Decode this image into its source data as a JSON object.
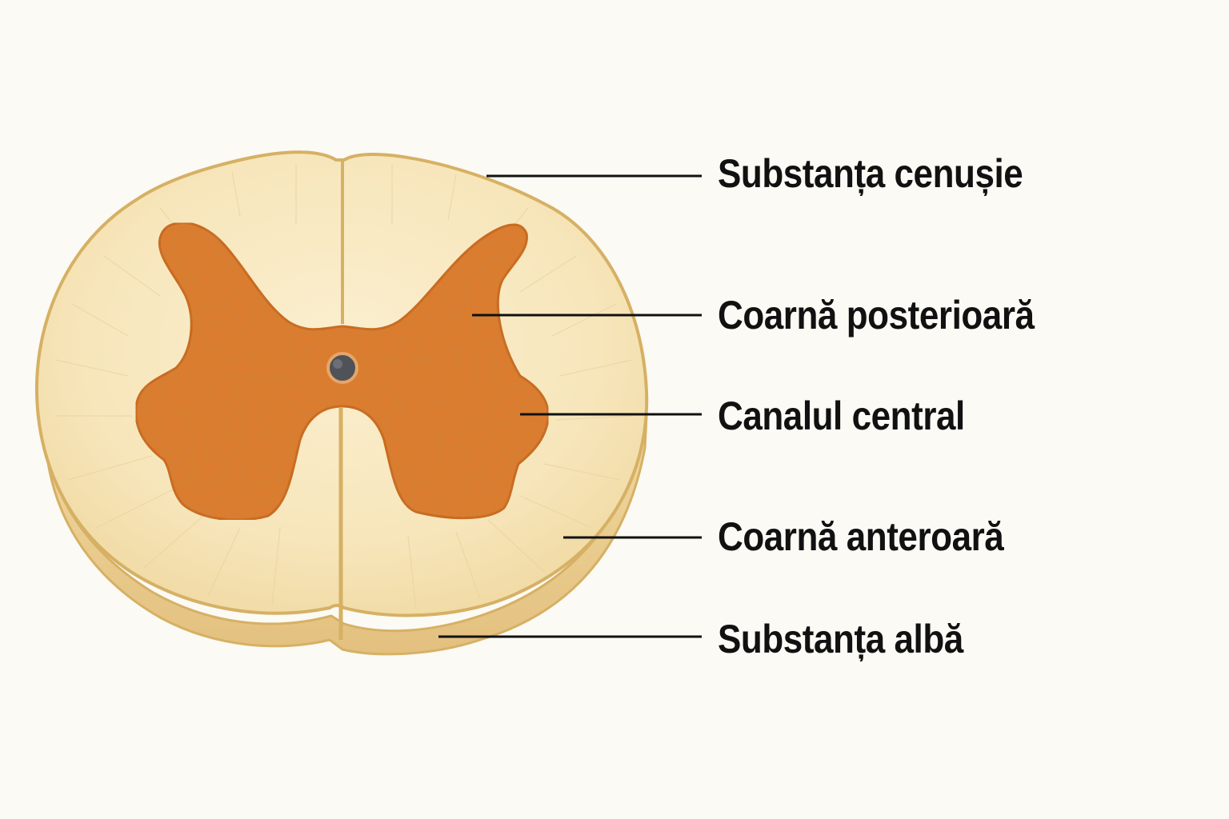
{
  "labels": [
    {
      "text": "Substanța cenușie"
    },
    {
      "text": "Coarnă posterioară"
    },
    {
      "text": "Canalul central"
    },
    {
      "text": "Coarnă anteroară"
    },
    {
      "text": "Substanța albă"
    }
  ],
  "colors": {
    "background": "#fbfaf4",
    "white_matter": "#f7e7bd",
    "white_matter_side": "#ecd096",
    "outline": "#d6b064",
    "gray_matter": "#de7a2e",
    "gray_matter_edge": "#c9661f",
    "central_canal": "#55575c",
    "leader_line": "#111111"
  }
}
